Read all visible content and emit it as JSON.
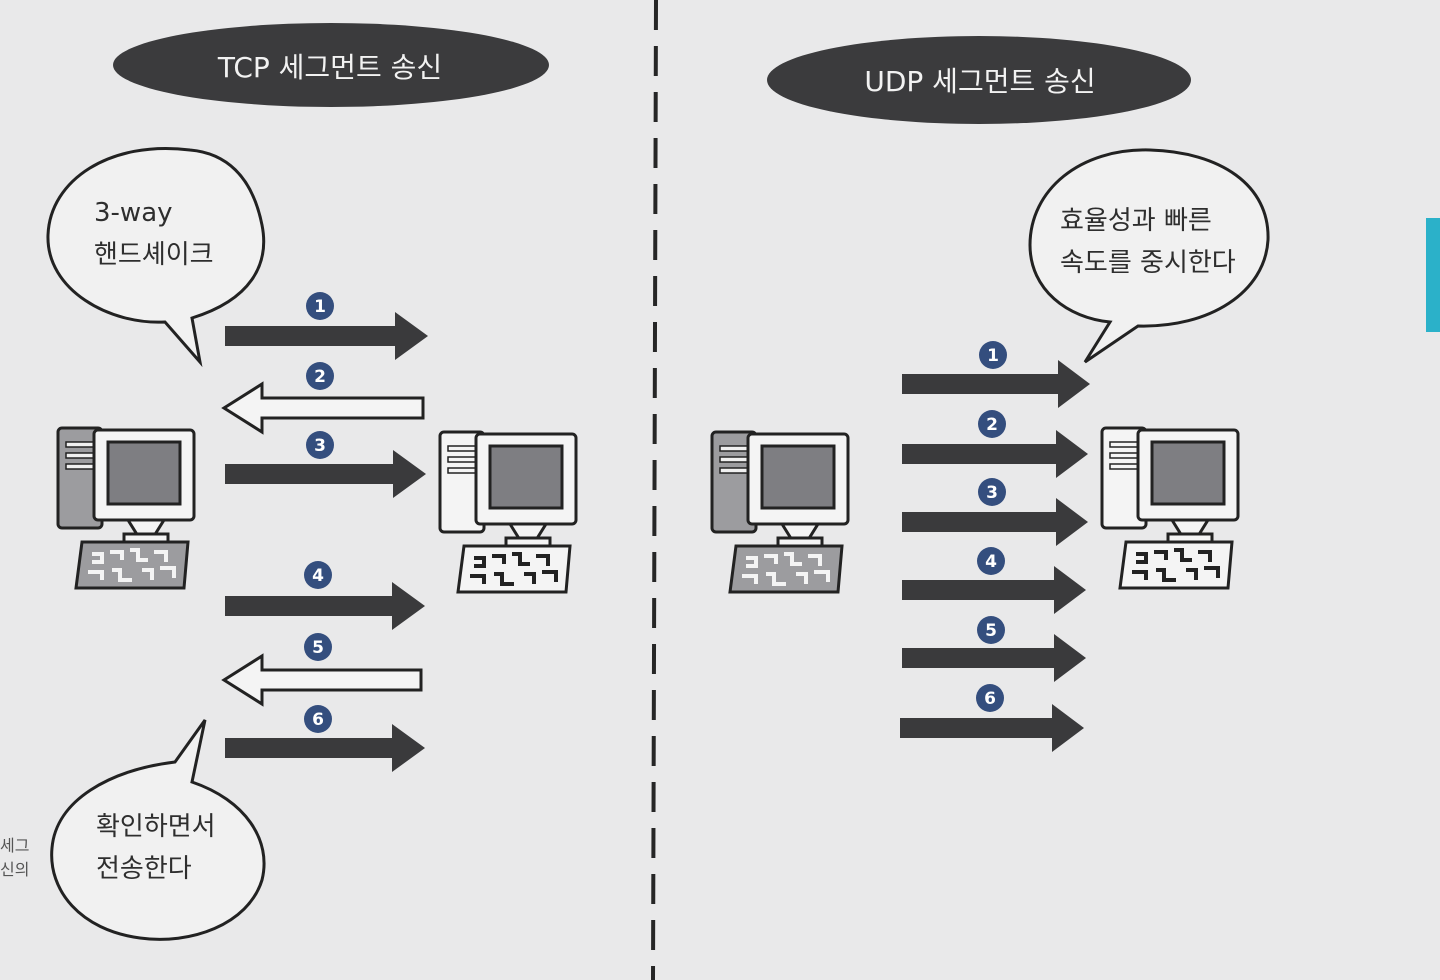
{
  "tcp": {
    "title": "TCP 세그먼트 송신",
    "bubble_top": [
      "3-way",
      "핸드셰이크"
    ],
    "bubble_bottom": [
      "확인하면서",
      "전송한다"
    ],
    "steps": [
      "1",
      "2",
      "3",
      "4",
      "5",
      "6"
    ]
  },
  "udp": {
    "title": "UDP 세그먼트 송신",
    "bubble": [
      "효율성과 빠른",
      "속도를 중시한다"
    ],
    "steps": [
      "1",
      "2",
      "3",
      "4",
      "5",
      "6"
    ]
  },
  "margin_note": [
    "세그",
    "신의"
  ],
  "colors": {
    "pill": "#3b3b3d",
    "arrow": "#3a3a3c",
    "step_badge": "#344e7e",
    "tab": "#2bb1c9",
    "background": "#e9e9ea"
  }
}
